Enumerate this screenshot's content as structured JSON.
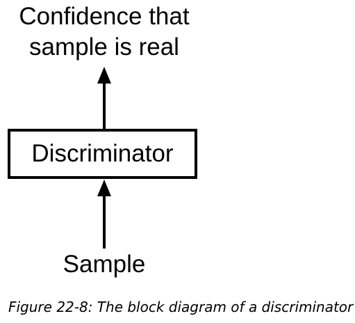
{
  "diagram": {
    "output_label_lines": [
      "Confidence that",
      "sample is real"
    ],
    "block_label": "Discriminator",
    "input_label": "Sample"
  },
  "caption": "Figure 22-8: The block diagram of a discriminator"
}
